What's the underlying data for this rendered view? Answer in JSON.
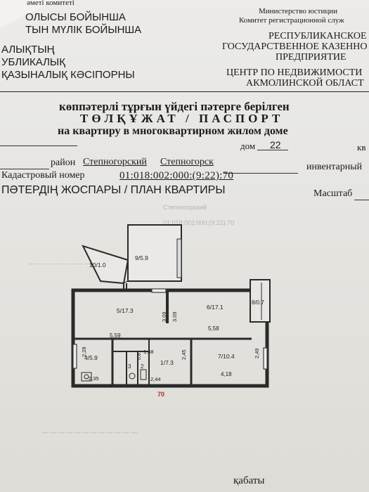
{
  "header_left": {
    "line1": "әметі комитеті",
    "line2": "ОЛЫСЫ БОЙЫНША",
    "line3": "ТЫН МҮЛІК БОЙЫНША",
    "line4": "АЛЫҚТЫҢ",
    "line5": "УБЛИКАЛЫҚ",
    "line6": "ҚАЗЫНАЛЫҚ КӘСІПОРНЫ"
  },
  "header_right": {
    "ministry": "Министерство юстиции",
    "committee": "Комитет регистрационной служ",
    "enterprise1": "РЕСПУБЛИКАНСКОЕ",
    "enterprise2": "ГОСУДАРСТВЕННОЕ КАЗЕННО",
    "enterprise3": "ПРЕДПРИЯТИЕ",
    "center1": "ЦЕНТР ПО НЕДВИЖИМОСТИ",
    "center2": "АКМОЛИНСКОЙ ОБЛАСТ"
  },
  "title": {
    "kz": "көппәтерлі тұрғын үйдегі пәтерге берілген",
    "main": "ТӨЛҚҰЖАТ / ПАСПОРТ",
    "ru": "на квартиру в многоквартирном жилом доме"
  },
  "address": {
    "house_label": "дом",
    "house_value": "22",
    "kv_label": "кв",
    "district_label": "район",
    "district_value": "Степногорский",
    "city_value": "Степногорск",
    "inventory_label": "инвентарный",
    "cadastral_label": "Кадастровый номер",
    "cadastral_value": "01:018:002:000:(9:22):70"
  },
  "plan": {
    "heading": "ПӘТЕРДІҢ ЖОСПАРЫ /  ПЛАН КВАРТИРЫ",
    "scale_label": "Масштаб",
    "rooms": {
      "r10": "10/1.0",
      "r9": "9/5.9",
      "r5": "5/17.3",
      "r6": "6/17.1",
      "r8": "8/0.7",
      "r4": "4/5.9",
      "r1": "1/7.3",
      "r7": "7/10.4",
      "r3": "3",
      "r2": "2"
    },
    "dims": {
      "d309a": "3.09",
      "d309b": "3.09",
      "d559": "5,59",
      "d558": "5,58",
      "d228": "2,28",
      "d087": "0,87",
      "d148": "1,48",
      "d245": "2,45",
      "d249": "2,49",
      "d235": "2,35",
      "d244": "2,44",
      "d418": "4,18"
    },
    "apartment_number": "70"
  },
  "footer": {
    "floors": "қабаты"
  }
}
